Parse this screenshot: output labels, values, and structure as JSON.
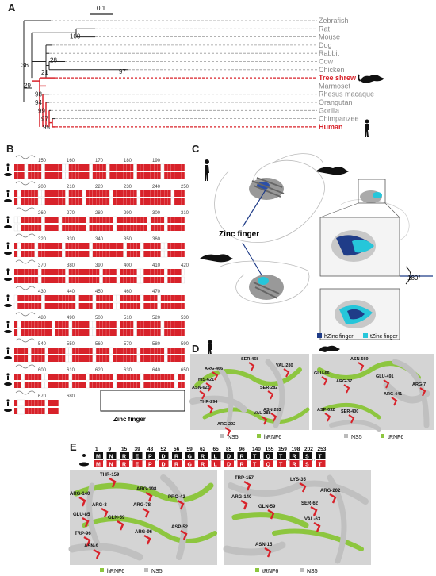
{
  "panels": {
    "A": "A",
    "B": "B",
    "C": "C",
    "D": "D",
    "E": "E"
  },
  "colors": {
    "red": "#d8222a",
    "gray": "#888888",
    "green": "#8dc63f",
    "navy": "#1f3c88",
    "cyan": "#26c6da",
    "helix": "#c0c0c0"
  },
  "tree": {
    "scale": "0.1",
    "taxa": [
      "Zebrafish",
      "Rat",
      "Mouse",
      "Dog",
      "Rabbit",
      "Cow",
      "Chicken",
      "Tree shrew",
      "Marmoset",
      "Rhesus macaque",
      "Orangutan",
      "Gorilla",
      "Chimpanzee",
      "Human"
    ],
    "highlight": [
      "Tree shrew",
      "Human"
    ],
    "bootstrap": [
      "100",
      "36",
      "28",
      "97",
      "21",
      "29",
      "98",
      "94",
      "99",
      "97",
      "95"
    ]
  },
  "alignment": {
    "rulers": [
      [
        "150",
        "160",
        "170",
        "180",
        "190"
      ],
      [
        "200",
        "210",
        "220",
        "230",
        "240",
        "250"
      ],
      [
        "260",
        "270",
        "280",
        "290",
        "300",
        "310"
      ],
      [
        "320",
        "330",
        "340",
        "350",
        "360"
      ],
      [
        "370",
        "380",
        "390",
        "400",
        "410",
        "420"
      ],
      [
        "430",
        "440",
        "450",
        "460",
        "470"
      ],
      [
        "480",
        "490",
        "500",
        "510",
        "520",
        "530"
      ],
      [
        "540",
        "550",
        "560",
        "570",
        "580",
        "590"
      ],
      [
        "600",
        "610",
        "620",
        "630",
        "640",
        "650",
        "660"
      ],
      [
        "670",
        "680"
      ]
    ],
    "zinc_label": "Zinc finger"
  },
  "panelC": {
    "zinc_label": "Zinc finger",
    "rotation": "180°",
    "legend": [
      "hZinc finger",
      "tZinc finger"
    ]
  },
  "panelD": {
    "left_residues": [
      "SER-468",
      "ARG-466",
      "VAL-280",
      "HIS-621",
      "ASN-622",
      "THR-294",
      "VAL-288",
      "SER-282",
      "ASN-283",
      "ARG-292"
    ],
    "right_residues": [
      "ASN-569",
      "GLU-66",
      "GLU-491",
      "ARG-37",
      "ARG-441",
      "ASP-632",
      "SER-400",
      "ARG-7"
    ],
    "left_legend": [
      "NS5",
      "hRNF6"
    ],
    "right_legend": [
      "NS5",
      "tRNF6"
    ]
  },
  "panelE": {
    "positions": [
      "1",
      "9",
      "15",
      "39",
      "43",
      "52",
      "56",
      "59",
      "62",
      "65",
      "85",
      "96",
      "140",
      "155",
      "159",
      "198",
      "202",
      "253"
    ],
    "seq_human": [
      "M",
      "N",
      "R",
      "E",
      "P",
      "D",
      "R",
      "G",
      "R",
      "L",
      "D",
      "R",
      "T",
      "Q",
      "T",
      "R",
      "S",
      "T"
    ],
    "seq_shrew": [
      "M",
      "N",
      "R",
      "E",
      "P",
      "D",
      "R",
      "G",
      "R",
      "L",
      "D",
      "R",
      "T",
      "Q",
      "T",
      "R",
      "S",
      "T"
    ],
    "left_residues": [
      "THR-159",
      "ARG-140",
      "ARG-198",
      "PRO-43",
      "ARG-3",
      "ARG-78",
      "GLU-85",
      "GLN-59",
      "TRP-96",
      "ASN-9",
      "ARG-96",
      "ASP-52"
    ],
    "right_residues": [
      "TRP-157",
      "LYS-35",
      "ARG-140",
      "ARG-202",
      "GLN-59",
      "SER-62",
      "VAL-63",
      "ASN-15"
    ],
    "left_legend": [
      "hRNF6",
      "NS5"
    ],
    "right_legend": [
      "tRNF6",
      "NS5"
    ]
  }
}
